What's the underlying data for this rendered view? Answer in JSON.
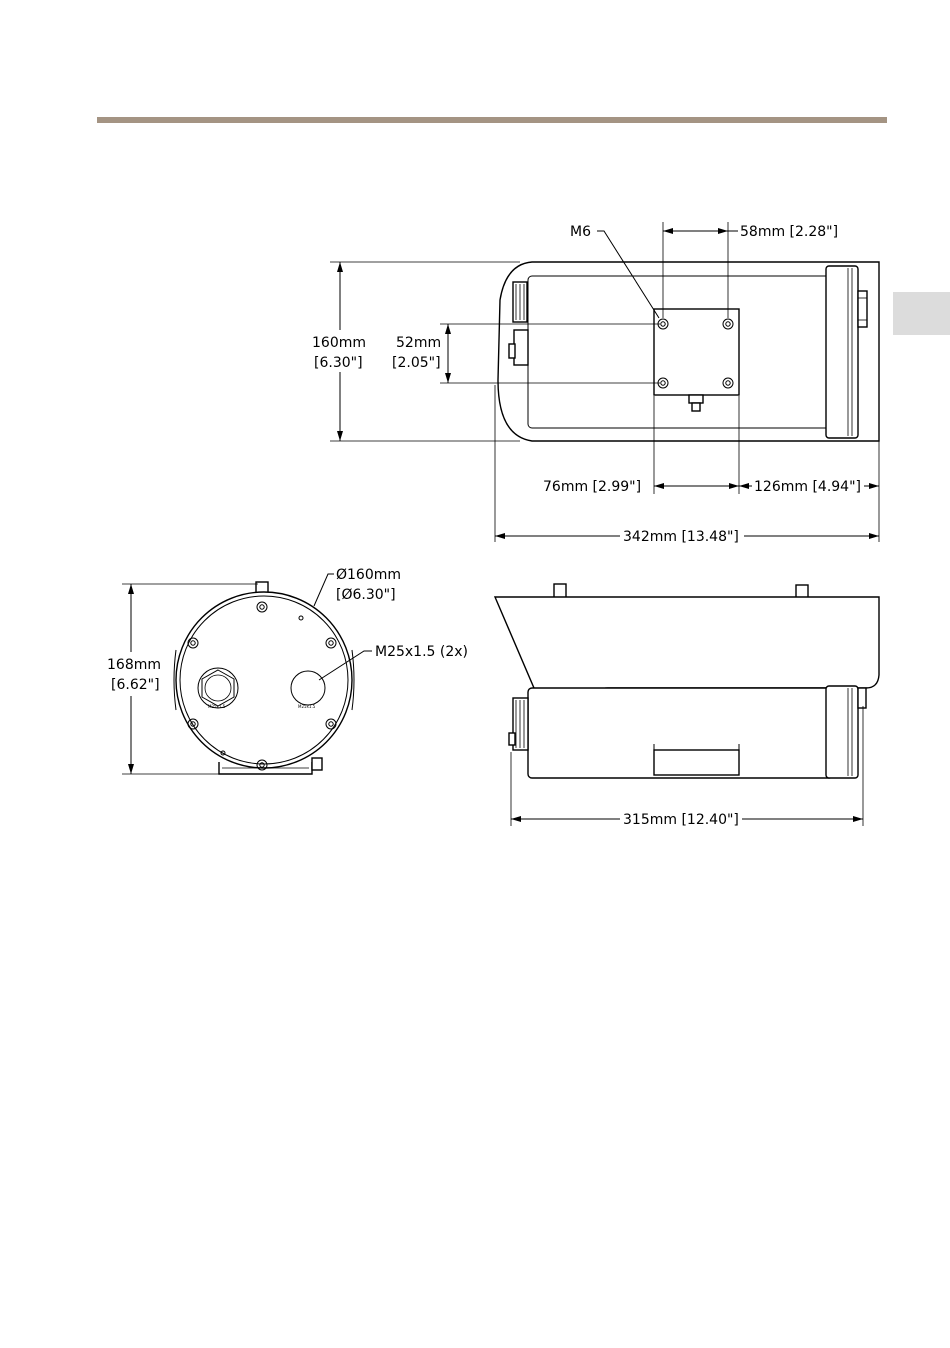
{
  "page": {
    "header_rule_color": "#a49483",
    "side_tab_color": "#dcdcdc"
  },
  "top_view": {
    "screw_label": "M6",
    "dim_58": "58mm [2.28\"]",
    "dim_160_mm": "160mm",
    "dim_160_in": "[6.30\"]",
    "dim_52_mm": "52mm",
    "dim_52_in": "[2.05\"]",
    "dim_76": "76mm [2.99\"]",
    "dim_126": "126mm [4.94\"]",
    "dim_342": "342mm [13.48\"]"
  },
  "front_view": {
    "diameter_mm": "Ø160mm",
    "diameter_in": "[Ø6.30\"]",
    "height_mm": "168mm",
    "height_in": "[6.62\"]",
    "gland_label": "M25x1.5 (2x)",
    "gland_left_text": "M25x1.5",
    "gland_right_text": "M25x1.5"
  },
  "side_view": {
    "dim_315": "315mm [12.40\"]"
  }
}
